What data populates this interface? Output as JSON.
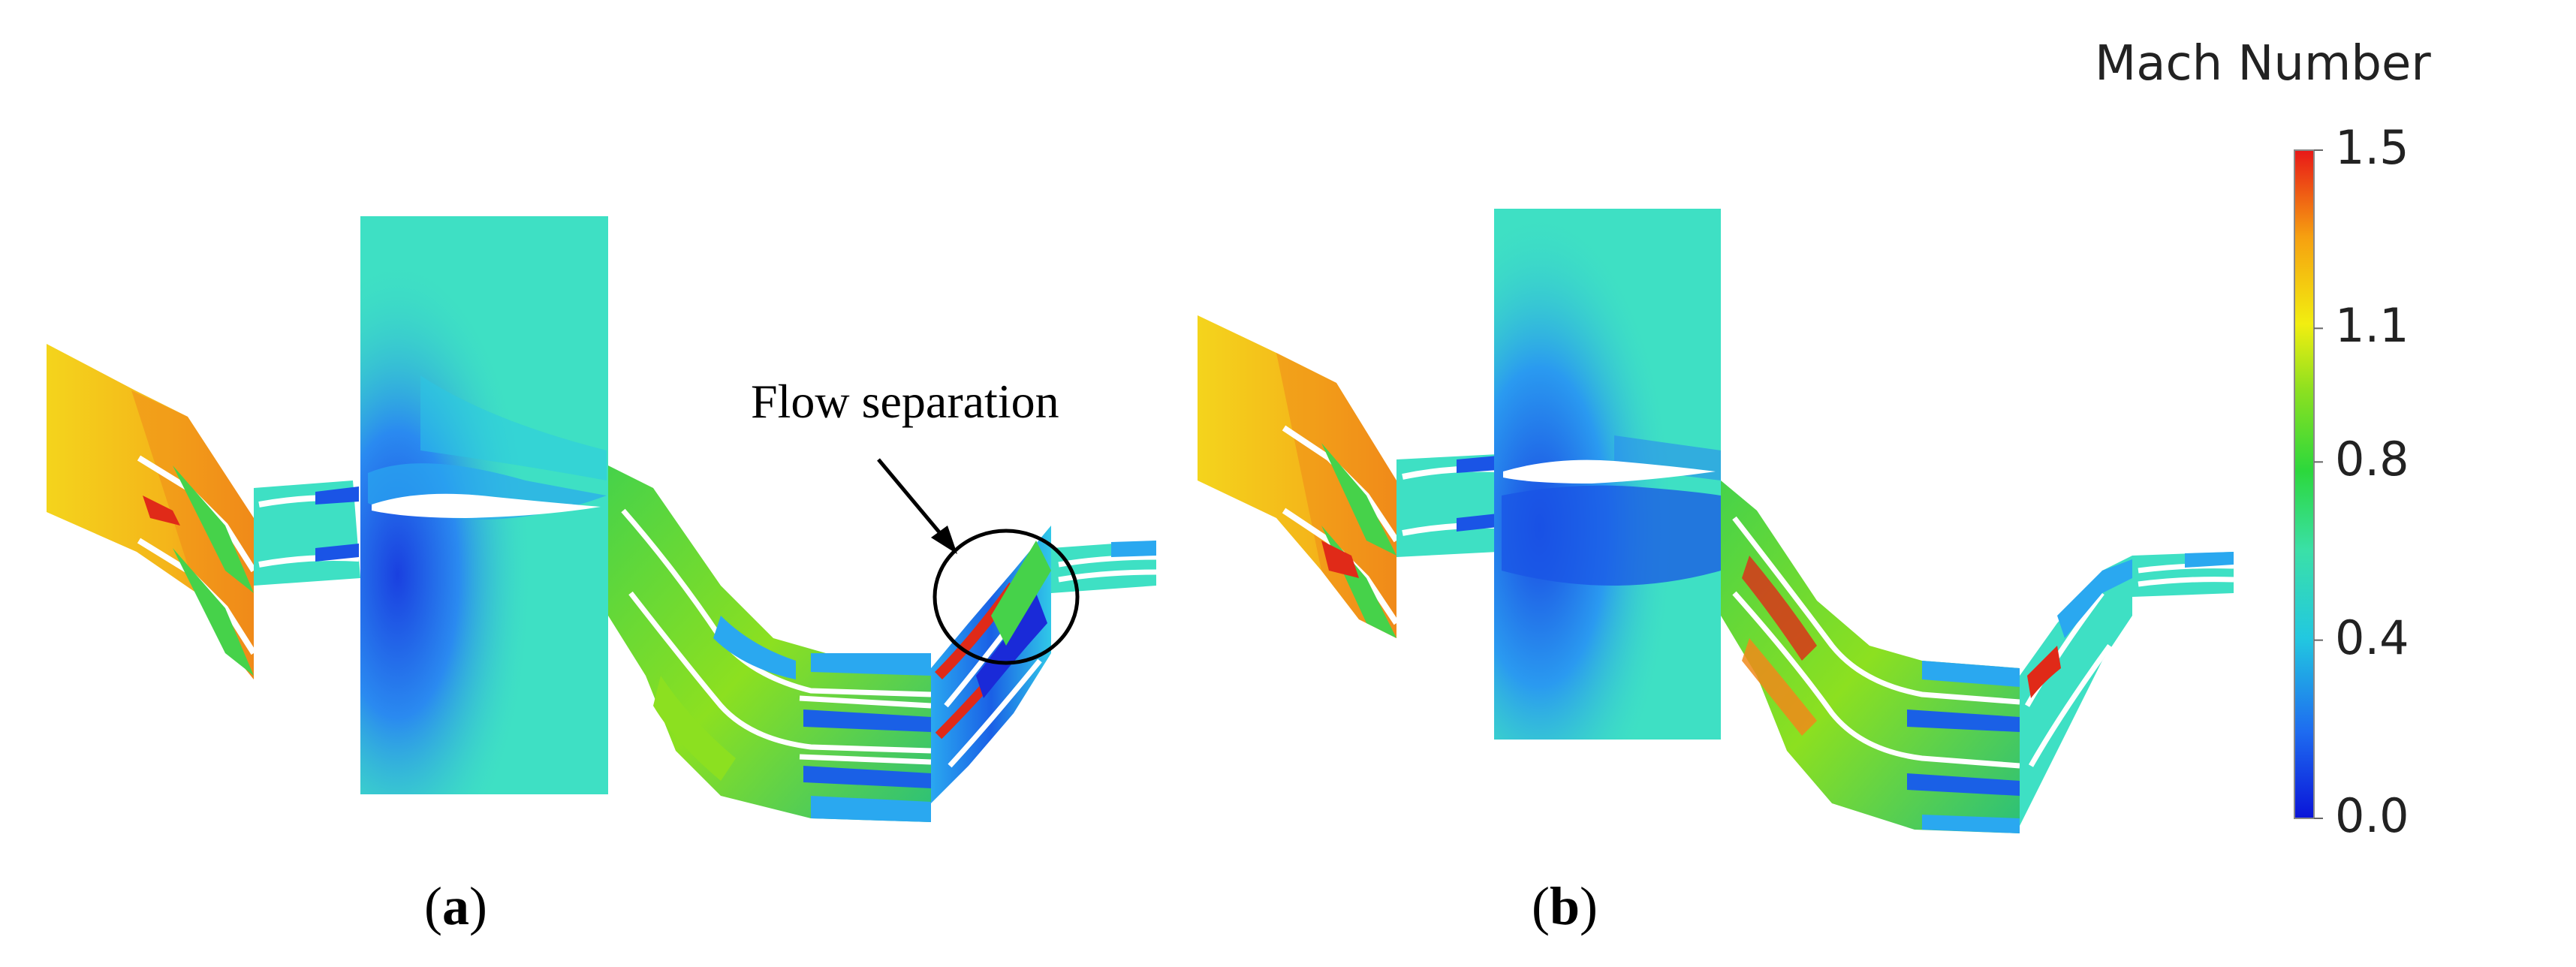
{
  "panels": [
    {
      "label_open": "(",
      "label_letter": "a",
      "label_close": ")"
    },
    {
      "label_open": "(",
      "label_letter": "b",
      "label_close": ")"
    }
  ],
  "annotation": {
    "text": "Flow separation"
  },
  "colorbar": {
    "title": "Mach Number",
    "ticks": [
      "1.5",
      "1.1",
      "0.8",
      "0.4",
      "0.0"
    ],
    "tick_values": [
      1.5,
      1.1,
      0.8,
      0.4,
      0.0
    ],
    "range": [
      0.0,
      1.5
    ],
    "colormap": [
      "#0a14d8",
      "#1e6cf0",
      "#22c8e0",
      "#3ae0a8",
      "#2cd83c",
      "#8ce020",
      "#f2ee10",
      "#f6a010",
      "#e81818"
    ]
  },
  "colors": {
    "inlet_yellow": "#f4d41c",
    "cyan_field": "#3ee0c4",
    "green": "#46d24a",
    "blue_low": "#1a54e6",
    "red_high": "#e02a18",
    "orange": "#f08a1a"
  }
}
